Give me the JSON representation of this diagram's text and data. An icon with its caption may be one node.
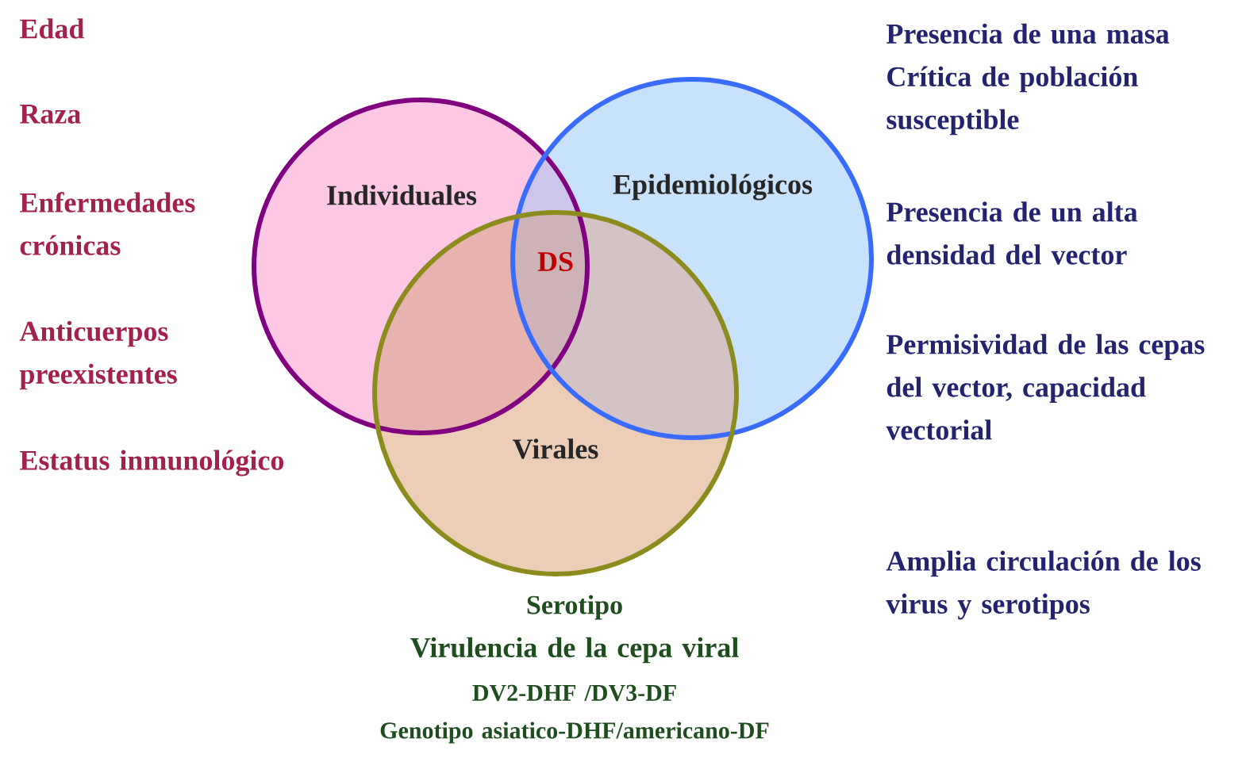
{
  "diagram": {
    "nodes": [
      {
        "text": [
          "Individuales"
        ]
      },
      {
        "text": [
          "Epidemiológicos"
        ]
      },
      {
        "text": [
          "Virales"
        ]
      }
    ],
    "labels": [
      "Edad",
      "Raza",
      "Enfermedades crónicas",
      "Anticuerpos preexistentes",
      "Estatus inmunológico",
      "Presencia de una masa Crítica de población susceptible",
      "Presencia de un alta densidad del vector",
      "Permisividad de las cepas del vector, capacidad vectorial",
      "Amplia circulación de los virus y serotipos",
      "DS",
      "Serotipo",
      "Virulencia de la cepa viral",
      "DV2-DHF /DV3-DF",
      "Genotipo asiatico-DHF/americano-DF"
    ]
  }
}
